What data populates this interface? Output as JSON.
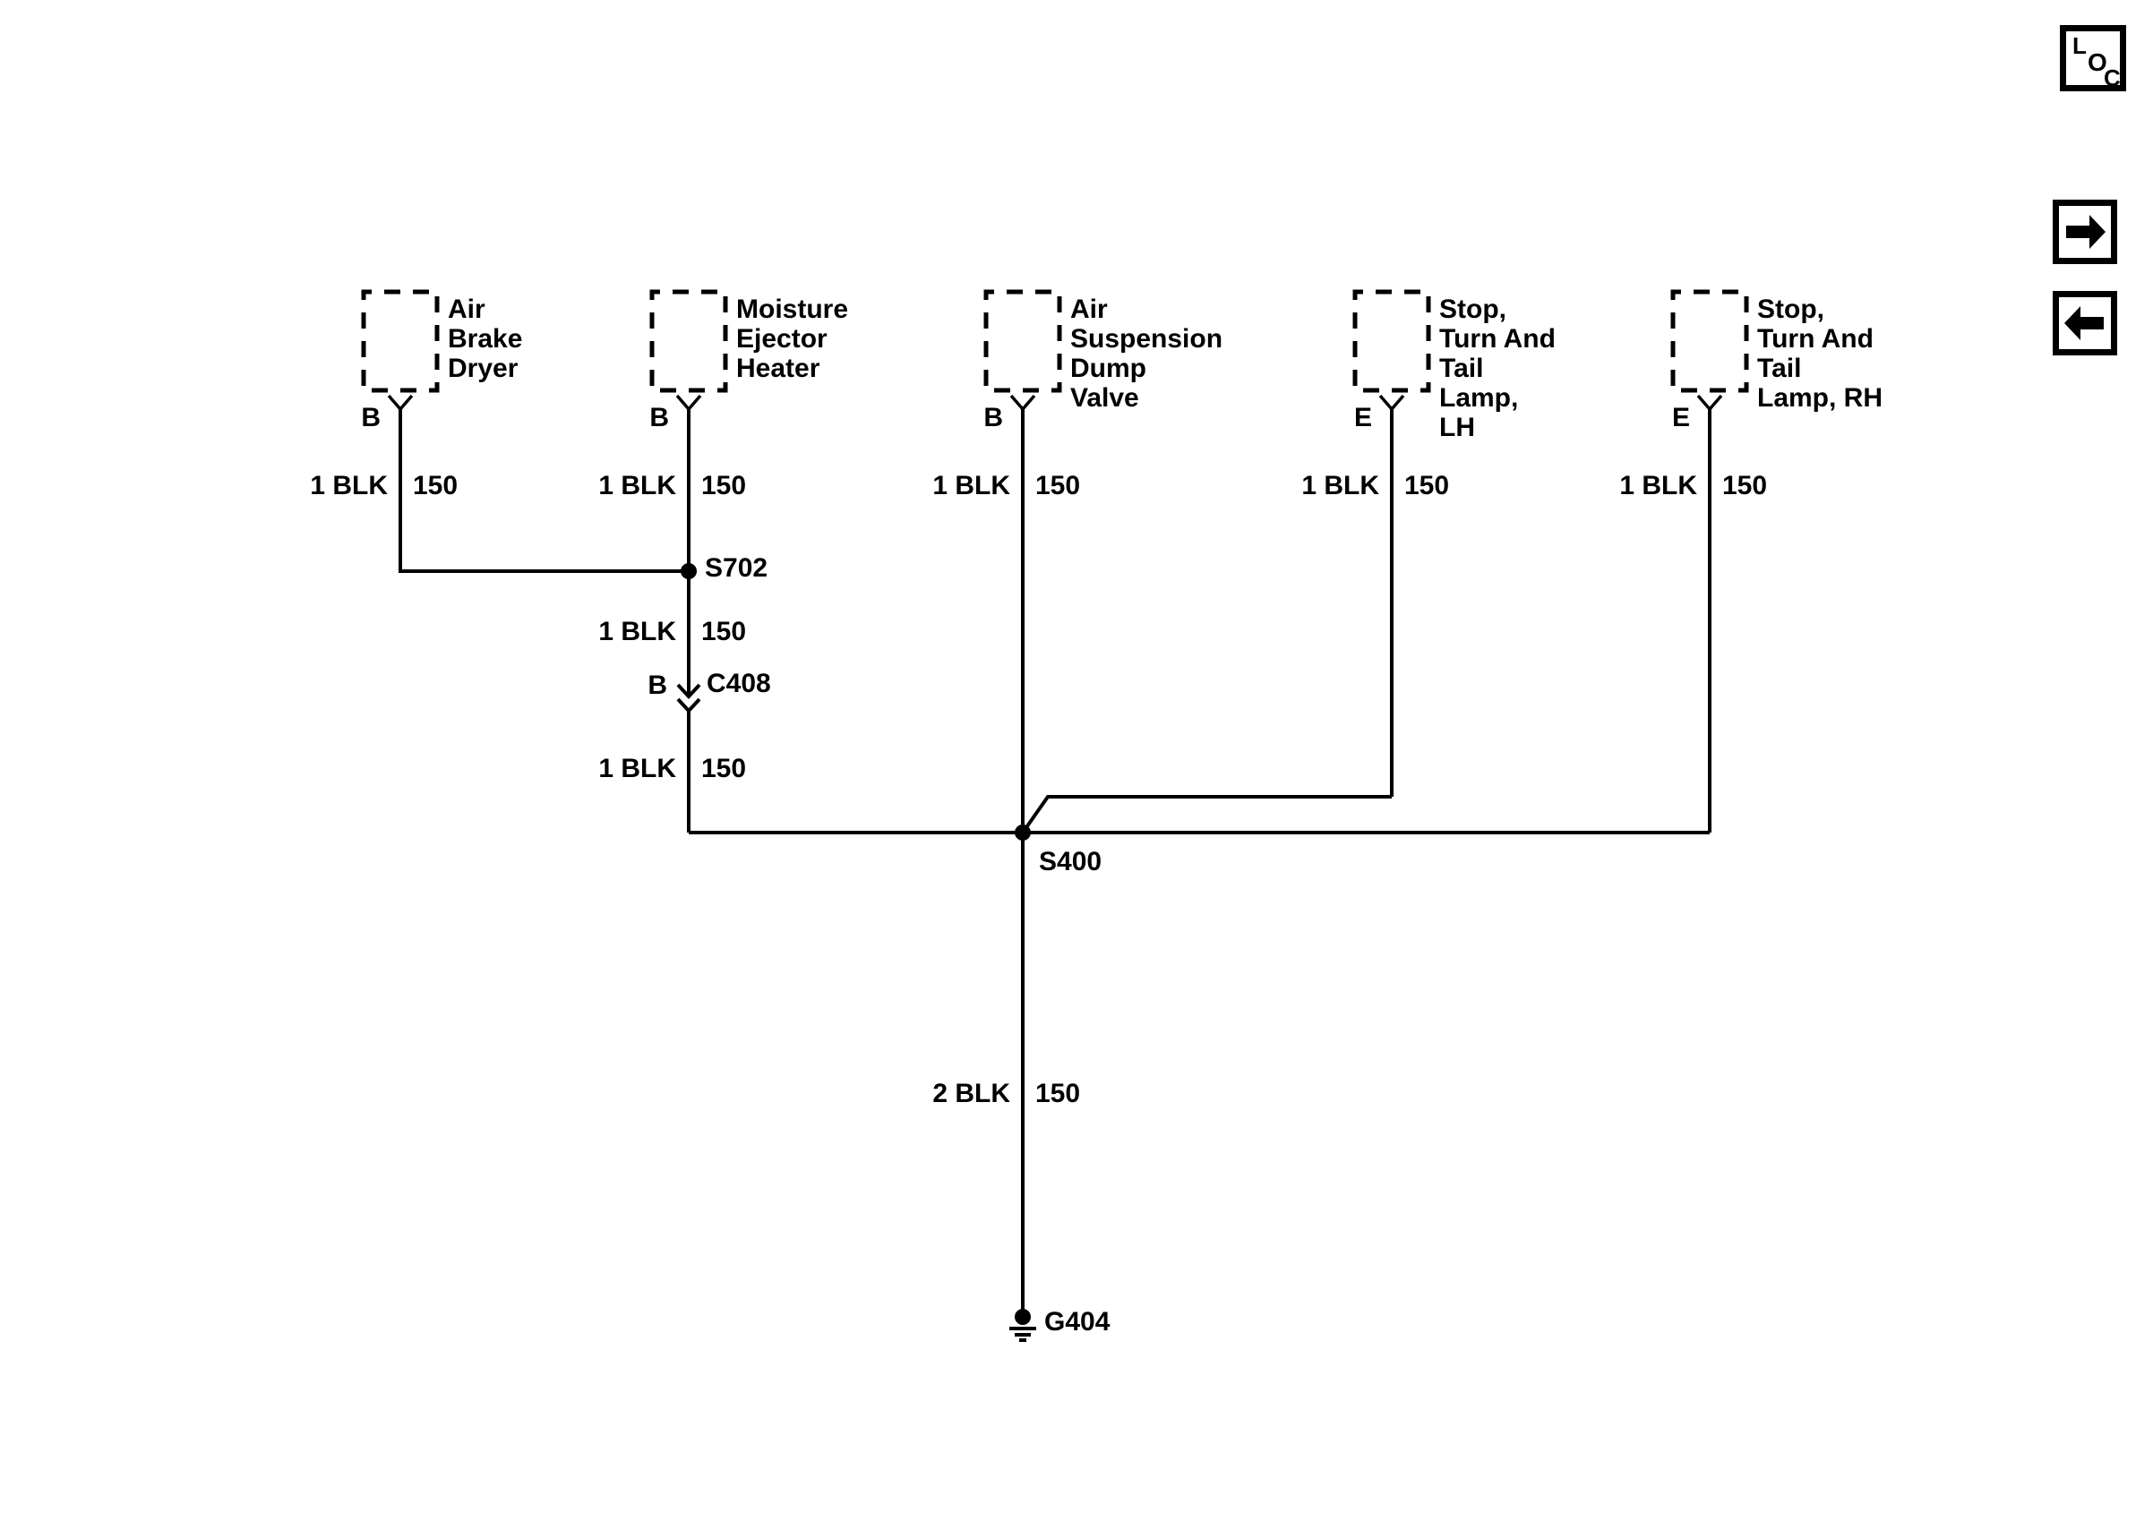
{
  "colors": {
    "line": "#000000",
    "background": "#ffffff"
  },
  "toolbar": {
    "loc_button": {
      "letters": [
        "L",
        "O",
        "C"
      ]
    },
    "forward_button": {
      "icon": "right-arrow"
    },
    "back_button": {
      "icon": "left-arrow"
    }
  },
  "diagram": {
    "components": [
      {
        "name": "Air Brake Dryer",
        "label_lines": [
          "Air",
          "Brake",
          "Dryer"
        ],
        "terminal": "B"
      },
      {
        "name": "Moisture Ejector Heater",
        "label_lines": [
          "Moisture",
          "Ejector",
          "Heater"
        ],
        "terminal": "B"
      },
      {
        "name": "Air Suspension Dump Valve",
        "label_lines": [
          "Air",
          "Suspension",
          "Dump",
          "Valve"
        ],
        "terminal": "B"
      },
      {
        "name": "Stop, Turn And Tail Lamp, LH",
        "label_lines": [
          "Stop,",
          "Turn And",
          "Tail",
          "Lamp,",
          "LH"
        ],
        "terminal": "E"
      },
      {
        "name": "Stop, Turn And Tail Lamp, RH",
        "label_lines": [
          "Stop,",
          "Turn And",
          "Tail",
          "Lamp, RH"
        ],
        "terminal": "E"
      }
    ],
    "wire_labels": [
      {
        "gauge": "1 BLK",
        "circuit": "150"
      },
      {
        "gauge": "1 BLK",
        "circuit": "150"
      },
      {
        "gauge": "1 BLK",
        "circuit": "150"
      },
      {
        "gauge": "1 BLK",
        "circuit": "150"
      },
      {
        "gauge": "1 BLK",
        "circuit": "150"
      },
      {
        "gauge": "1 BLK",
        "circuit": "150"
      },
      {
        "gauge": "1 BLK",
        "circuit": "150"
      },
      {
        "gauge": "2 BLK",
        "circuit": "150"
      }
    ],
    "splices": [
      {
        "id": "S702"
      },
      {
        "id": "S400"
      }
    ],
    "connector": {
      "id": "C408",
      "terminal": "B"
    },
    "ground": {
      "id": "G404"
    }
  }
}
